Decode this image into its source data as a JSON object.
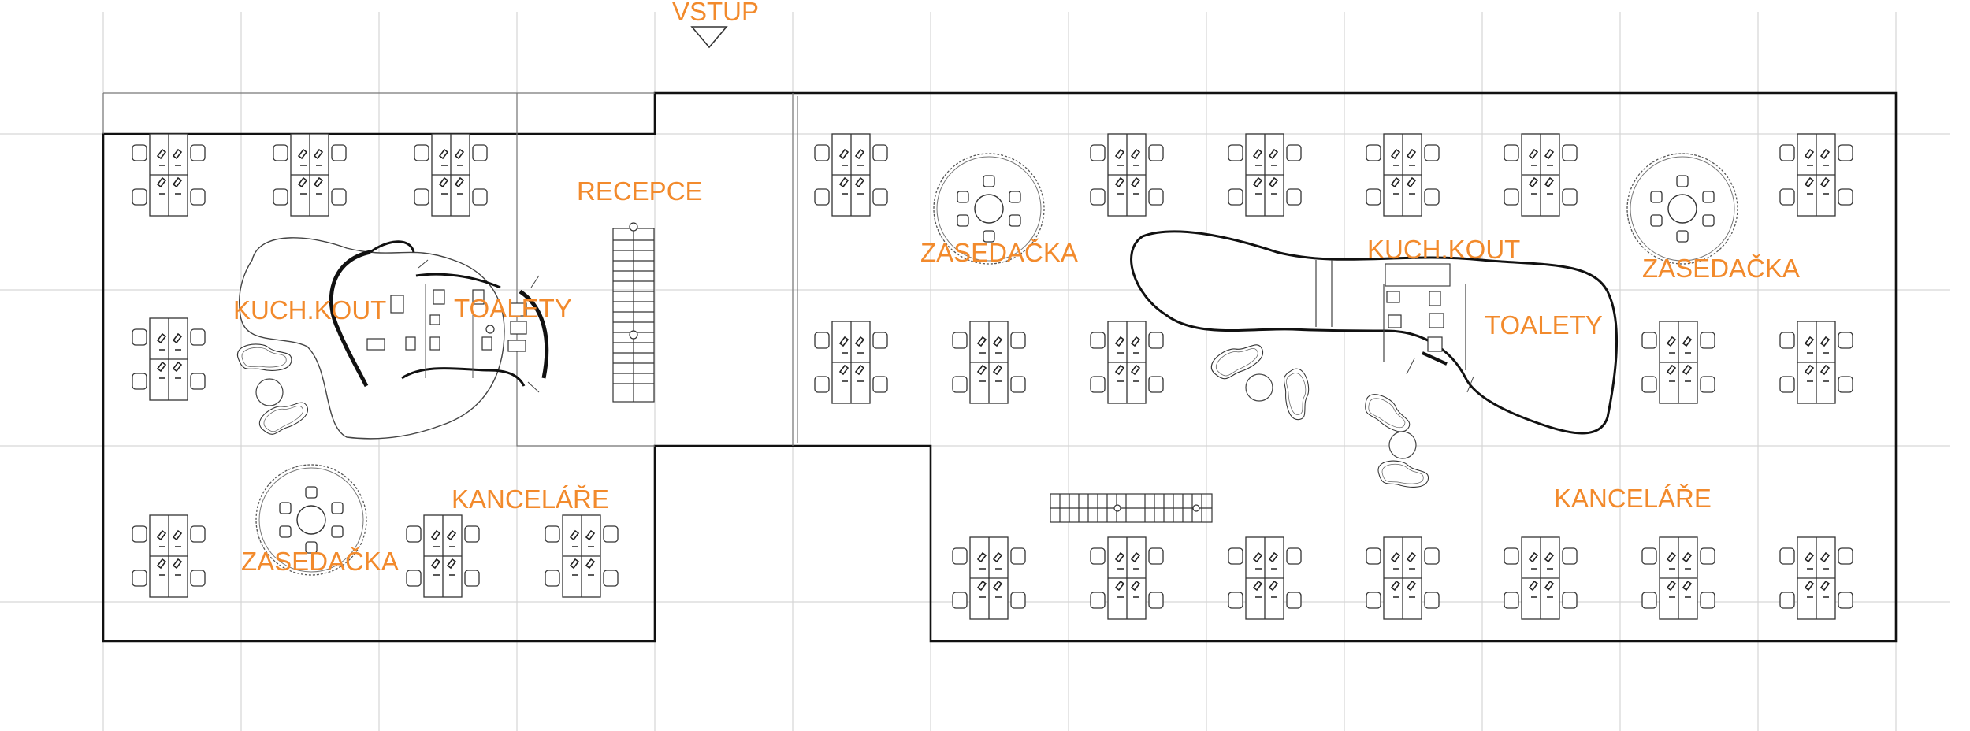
{
  "labels": {
    "entrance": "VSTUP",
    "reception": "RECEPCE",
    "kitchen_left": "KUCH.KOUT",
    "toilets_left": "TOALETY",
    "offices_left": "KANCELÁŘE",
    "meeting_left": "ZASEDAČKA",
    "meeting_center": "ZASEDAČKA",
    "kitchen_right": "KUCH.KOUT",
    "toilets_right": "TOALETY",
    "meeting_right": "ZASEDAČKA",
    "offices_right": "KANCELÁŘE"
  },
  "colors": {
    "label": "#f28a2c",
    "wall": "#111111",
    "grid": "#d6d6d6"
  }
}
